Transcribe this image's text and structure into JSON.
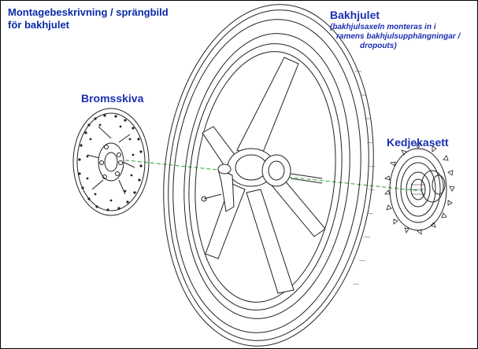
{
  "title": {
    "line1": "Montagebeskrivning / sprängbild",
    "line2": "för bakhjulet"
  },
  "labels": {
    "brake_disc": "Bromsskiva",
    "rear_wheel": "Bakhjulet",
    "cassette": "Kedjekasett"
  },
  "rear_wheel_note": {
    "line1": "(bakhjulsaxeln monteras in i",
    "line2": "ramens bakhjulsupphängningar /",
    "line3": "dropouts)"
  },
  "colors": {
    "label": "#1b2fb0",
    "title": "#0b2aa8",
    "axis_line": "#2aa52a",
    "stroke": "#222222"
  },
  "icons": {
    "wheel": "rear-wheel-drawing",
    "disc": "brake-disc-drawing",
    "cassette": "cassette-drawing"
  }
}
